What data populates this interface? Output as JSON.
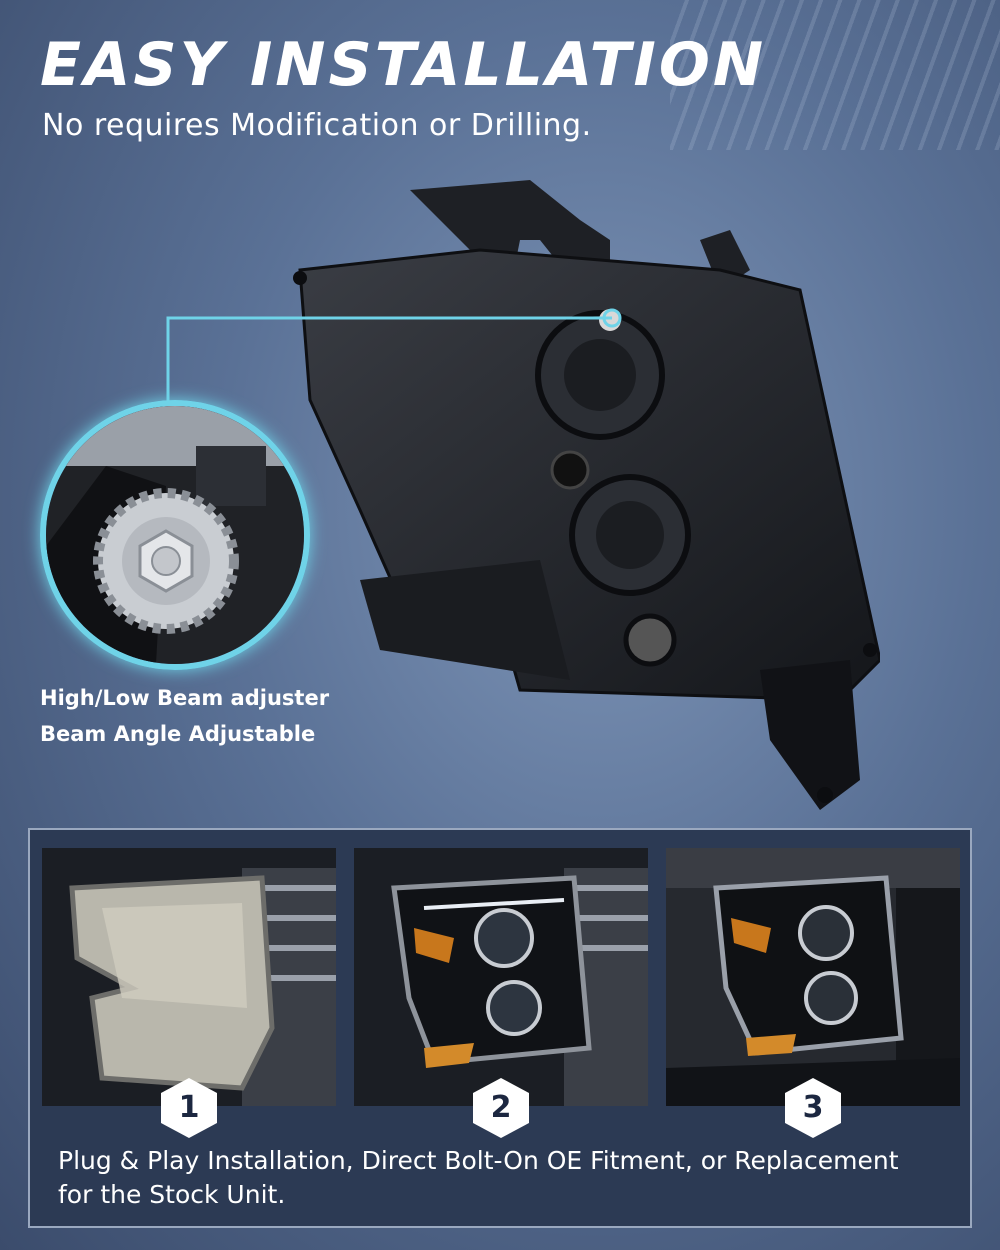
{
  "header": {
    "title": "EASY INSTALLATION",
    "subtitle": "No requires Modification or Drilling."
  },
  "callout": {
    "line1": "High/Low Beam adjuster",
    "line2": "Beam Angle Adjustable"
  },
  "steps": [
    {
      "number": "1"
    },
    {
      "number": "2"
    },
    {
      "number": "3"
    }
  ],
  "footer": {
    "line1": "Plug & Play Installation, Direct Bolt-On OE Fitment, or Replacement",
    "line2": "for the Stock Unit."
  },
  "colors": {
    "accent": "#6fd3e8",
    "panel": "#2c3a54",
    "background": "#5a7196"
  }
}
